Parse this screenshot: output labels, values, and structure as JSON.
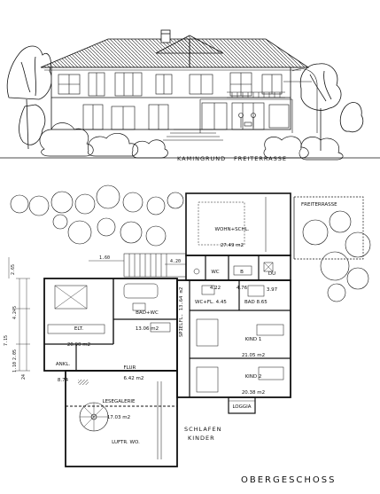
{
  "elevation": {
    "caption_left": "KAMINGRUND",
    "caption_right": "FREITERRASSE"
  },
  "plan": {
    "title": "OBERGESCHOSS",
    "wing_label_1": "SCHLAFEN",
    "wing_label_2": "KINDER",
    "terrace": "FREITERRASSE",
    "rooms": {
      "wohn": {
        "name": "WOHN+SCHL.",
        "area": "27.49 m2"
      },
      "wc": {
        "name": "WC",
        "area": "4.22"
      },
      "b": {
        "name": "B",
        "area": "4.76"
      },
      "du": {
        "name": "DU",
        "area": "3.97"
      },
      "elt": {
        "name": "ELT.",
        "area": "20.90 m2"
      },
      "bad_wc": {
        "name": "BAD+WC",
        "area": "13.06 m2"
      },
      "spielfl": {
        "name": "SPIELFL. 13.64 m2"
      },
      "wc_fl": {
        "name": "WC+FL. 4.45"
      },
      "bad": {
        "name": "BAD 8.65"
      },
      "ankl": {
        "name": "ANKL.",
        "area": "8.74"
      },
      "kind1": {
        "name": "KIND 1",
        "area": "21.05 m2"
      },
      "flur": {
        "name": "FLUR",
        "area": "6.42 m2"
      },
      "kind2": {
        "name": "KIND 2",
        "area": "20.38 m2"
      },
      "lesegalerie": {
        "name": "LESEGALERIE",
        "area": "17.03 m2"
      },
      "loggia": {
        "name": "LOGGIA"
      },
      "luftr": {
        "name": "LUFTR. WO."
      }
    },
    "dimensions": {
      "d1": "1.60",
      "d2": "4.20",
      "d3": "2.65",
      "d4": "4.245",
      "d5": "7.15",
      "d6": "2.05",
      "d7": "1.10",
      "d8": "24"
    }
  }
}
